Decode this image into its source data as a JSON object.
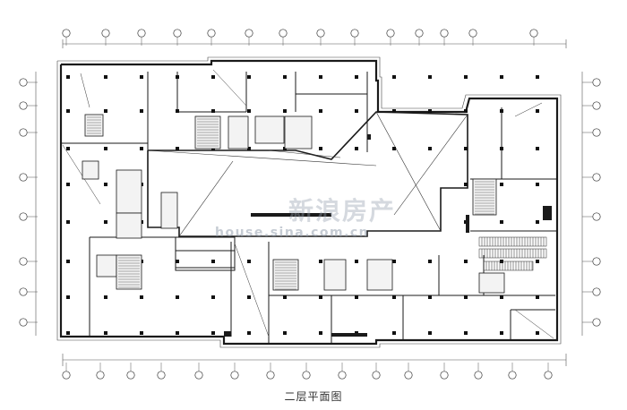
{
  "caption": "二层平面图",
  "watermark": {
    "brand_cn": "新浪房产",
    "site": "house.sina.com.cn"
  },
  "grid_bubbles": {
    "top": [
      "",
      "",
      "",
      "",
      "",
      "",
      "",
      "",
      "",
      "",
      "",
      "",
      "",
      ""
    ],
    "bottom": [
      "",
      "",
      "",
      "",
      "",
      "",
      "",
      "",
      "",
      "",
      "",
      "",
      "",
      "",
      ""
    ],
    "left": [
      "",
      "",
      "",
      "",
      "",
      "",
      "",
      ""
    ],
    "right": [
      "",
      "",
      "",
      "",
      "",
      "",
      "",
      ""
    ]
  },
  "dimension_labels": {
    "top": [
      "",
      "",
      "",
      "",
      "",
      "",
      "",
      "",
      "",
      "",
      "",
      "",
      ""
    ],
    "bottom": [
      "",
      "",
      "",
      "",
      "",
      "",
      "",
      "",
      "",
      "",
      "",
      "",
      "",
      ""
    ]
  },
  "room_labels": [
    "",
    "",
    "",
    "",
    "",
    "",
    "",
    "",
    "",
    "",
    "",
    "",
    "",
    "",
    "",
    "",
    "",
    "",
    "",
    "",
    ""
  ],
  "colors": {
    "wall": "#1a1a1a",
    "line": "#333333",
    "grid": "#555555",
    "background": "#ffffff"
  }
}
